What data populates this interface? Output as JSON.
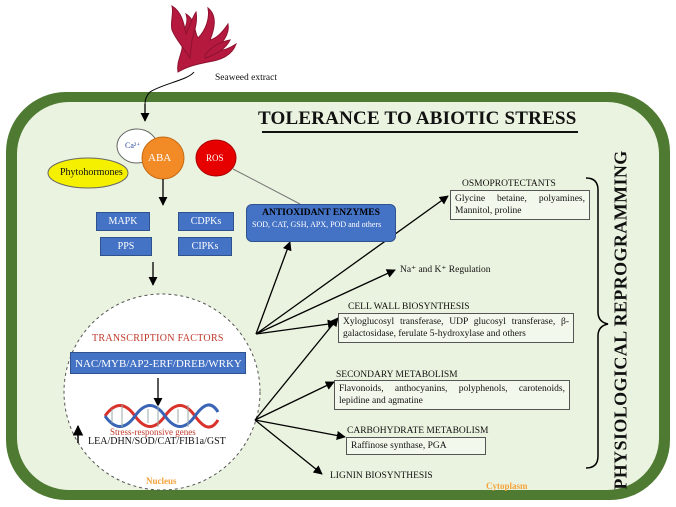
{
  "seaweed_label": "Seaweed extract",
  "title": "TOLERANCE TO ABIOTIC STRESS",
  "physiological_label": "PHYSIOLOGICAL REPROGRAMMING",
  "signals": {
    "calcium": "Ca²⁺",
    "aba": "ABA",
    "ros": "ROS",
    "phytohormones": "Phytohormones"
  },
  "kinases": [
    "MAPK",
    "CDPKs",
    "PPS",
    "CIPKs"
  ],
  "antioxidant": {
    "title": "ANTIOXIDANT ENZYMES",
    "items": "SOD, CAT, GSH, APX, POD and others"
  },
  "nucleus": {
    "tf_title": "TRANSCRIPTION  FACTORS",
    "tf_list": "NAC/MYB/AP2-ERF/DREB/WRKY",
    "stress_genes": "Stress-responsive genes",
    "genes": "LEA/DHN/SOD/CAT/FIB1a/GST",
    "up_arrow": "↑",
    "label": "Nucleus"
  },
  "cytoplasm_label": "Cytoplasm",
  "outputs": {
    "osmo_title": "OSMOPROTECTANTS",
    "osmo_items": "Glycine  betaine,  polyamines, Mannitol, proline",
    "ion_regulation": "Na⁺ and K⁺ Regulation",
    "cellwall_title": "CELL WALL BIOSYNTHESIS",
    "cellwall_items": "Xyloglucosyl transferase, UDP glucosyl transferase, β-galactosidase, ferulate 5-hydroxylase and others",
    "secondary_title": "SECONDARY METABOLISM",
    "secondary_items": "Flavonoids,  anthocyanins,  polyphenols,  carotenoids, lepidine and agmatine",
    "carb_title": "CARBOHYDRATE METABOLISM",
    "carb_items": "Raffinose synthase, PGA",
    "lignin": "LIGNIN BIOSYNTHESIS"
  },
  "colors": {
    "cell_wall": "#4f7a32",
    "cytoplasm": "#eaf3df",
    "blue_box": "#4472c4",
    "aba": "#f28a26",
    "ros": "#e60000",
    "phytohormones": "#f5f000",
    "seaweed": "#b5193d",
    "orange_text": "#f5a33c"
  }
}
